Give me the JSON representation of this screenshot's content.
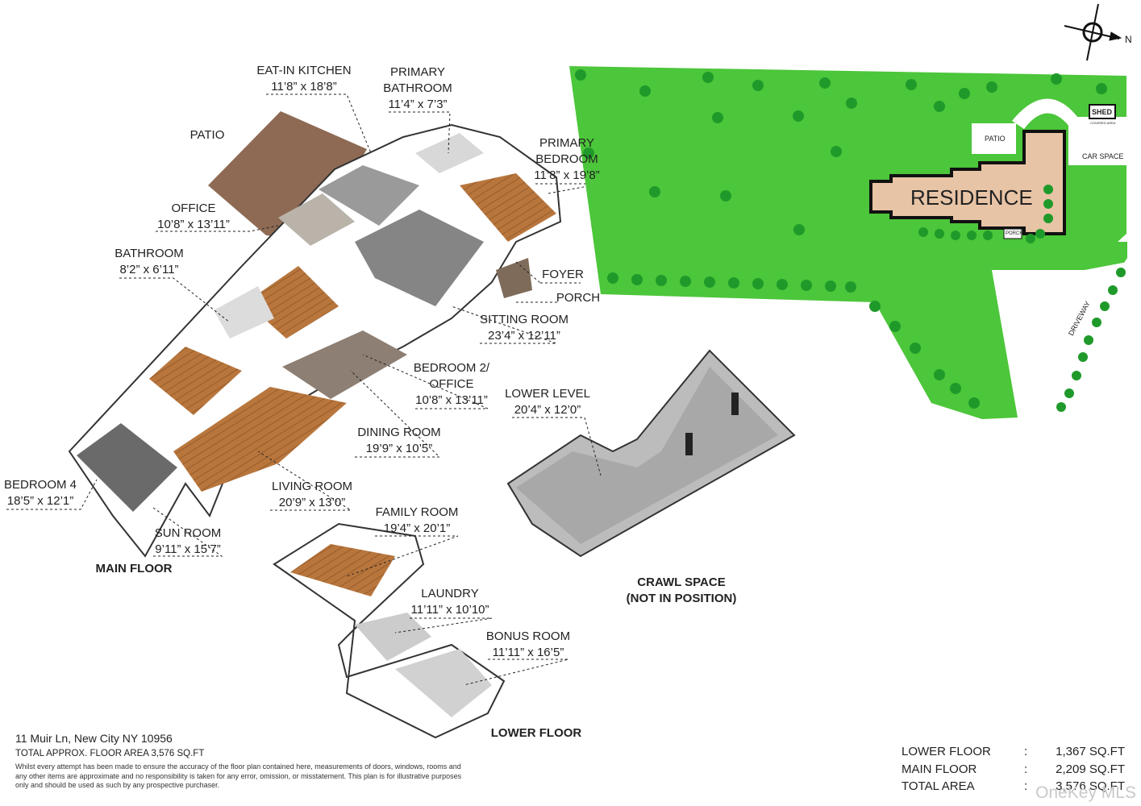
{
  "rooms": {
    "eat_in_kitchen": {
      "name": "EAT-IN KITCHEN",
      "dims": "11’8” x 18’8”"
    },
    "primary_bathroom": {
      "name": "PRIMARY BATHROOM",
      "dims": "11’4” x 7’3”"
    },
    "primary_bedroom": {
      "name": "PRIMARY BEDROOM",
      "dims": "11’8” x 19’8”"
    },
    "patio": {
      "name": "PATIO"
    },
    "office": {
      "name": "OFFICE",
      "dims": "10’8” x 13’11”"
    },
    "bathroom": {
      "name": "BATHROOM",
      "dims": "8’2” x 6’11”"
    },
    "foyer": {
      "name": "FOYER"
    },
    "porch": {
      "name": "PORCH"
    },
    "sitting_room": {
      "name": "SITTING ROOM",
      "dims": "23’4” x 12’11”"
    },
    "bedroom2": {
      "name": "BEDROOM 2/ OFFICE",
      "dims": "10’8” x 13’11”"
    },
    "dining_room": {
      "name": "DINING ROOM",
      "dims": "19’9” x 10’5”"
    },
    "living_room": {
      "name": "LIVING ROOM",
      "dims": "20’9” x 13’0”"
    },
    "bedroom4": {
      "name": "BEDROOM 4",
      "dims": "18’5” x 12’1”"
    },
    "sun_room": {
      "name": "SUN ROOM",
      "dims": "9’11” x 15’7”"
    },
    "lower_level": {
      "name": "LOWER LEVEL",
      "dims": "20’4” x 12’0”"
    },
    "family_room": {
      "name": "FAMILY ROOM",
      "dims": "19’4” x 20’1”"
    },
    "laundry": {
      "name": "LAUNDRY",
      "dims": "11’11” x 10’10”"
    },
    "bonus_room": {
      "name": "BONUS ROOM",
      "dims": "11’11” x 16’5”"
    }
  },
  "sections": {
    "main_floor": "MAIN FLOOR",
    "lower_floor": "LOWER FLOOR",
    "crawl_space_line1": "CRAWL SPACE",
    "crawl_space_line2": "(NOT IN POSITION)"
  },
  "site_plan": {
    "residence": "RESIDENCE",
    "patio": "PATIO",
    "car_space": "CAR SPACE",
    "shed": "SHED",
    "covered_area": "COVERED AREA",
    "porch": "PORCH",
    "driveway": "DRIVEWAY",
    "compass": "N",
    "colors": {
      "lawn": "#4cc63a",
      "tree": "#1f9a2a",
      "residence": "#e8c4a6",
      "drive": "#ffffff"
    }
  },
  "footer": {
    "address": "11 Muir Ln, New City NY 10956",
    "total": "TOTAL APPROX. FLOOR AREA 3,576 SQ.FT",
    "disclaimer": "Whilst every attempt has been made to ensure the accuracy of the floor plan contained here, measurements of doors, windows, rooms and any other items are approximate and no responsibility is taken for any error, omission, or misstatement. This plan is for illustrative purposes only and should be used as such by any prospective purchaser."
  },
  "areas": [
    {
      "label": "LOWER FLOOR",
      "sep": ":",
      "value": "1,367 SQ.FT"
    },
    {
      "label": "MAIN FLOOR",
      "sep": ":",
      "value": "2,209 SQ.FT"
    },
    {
      "label": "TOTAL AREA",
      "sep": ":",
      "value": "3,576 SQ.FT"
    }
  ],
  "watermark": "OneKey MLS"
}
